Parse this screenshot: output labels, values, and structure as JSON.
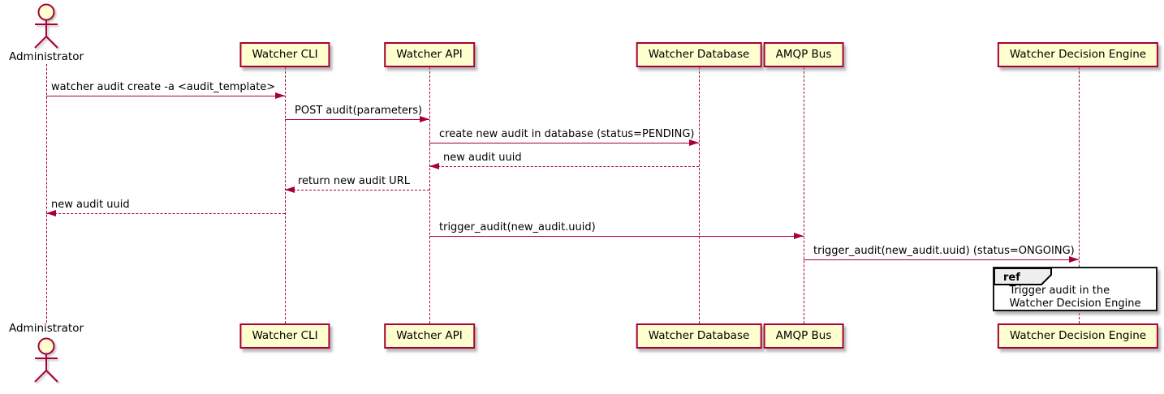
{
  "diagram_type": "uml-sequence-diagram",
  "colors": {
    "participant_fill": "#FEFECE",
    "participant_border": "#A80036",
    "lifeline": "#A80036",
    "arrow": "#A80036",
    "text": "#000000",
    "ref_frame_border": "#161616",
    "ref_tab_fill": "#EEEEEE"
  },
  "actor": {
    "name": "Administrator"
  },
  "participants": [
    {
      "label": "Watcher CLI"
    },
    {
      "label": "Watcher API"
    },
    {
      "label": "Watcher Database"
    },
    {
      "label": "AMQP Bus"
    },
    {
      "label": "Watcher Decision Engine"
    }
  ],
  "messages": [
    {
      "from": "Administrator",
      "to": "Watcher CLI",
      "style": "solid",
      "label": "watcher audit create -a <audit_template>"
    },
    {
      "from": "Watcher CLI",
      "to": "Watcher API",
      "style": "solid",
      "label": "POST audit(parameters)"
    },
    {
      "from": "Watcher API",
      "to": "Watcher Database",
      "style": "solid",
      "label": "create new audit in database (status=PENDING)"
    },
    {
      "from": "Watcher Database",
      "to": "Watcher API",
      "style": "dashed",
      "label": "new audit uuid"
    },
    {
      "from": "Watcher API",
      "to": "Watcher CLI",
      "style": "dashed",
      "label": "return new audit URL"
    },
    {
      "from": "Watcher CLI",
      "to": "Administrator",
      "style": "dashed",
      "label": "new audit uuid"
    },
    {
      "from": "Watcher API",
      "to": "AMQP Bus",
      "style": "solid",
      "label": "trigger_audit(new_audit.uuid)"
    },
    {
      "from": "AMQP Bus",
      "to": "Watcher Decision Engine",
      "style": "solid",
      "label": "trigger_audit(new_audit.uuid) (status=ONGOING)"
    }
  ],
  "ref": {
    "keyword": "ref",
    "over": "Watcher Decision Engine",
    "lines": [
      "Trigger audit in the",
      "Watcher Decision Engine"
    ]
  }
}
